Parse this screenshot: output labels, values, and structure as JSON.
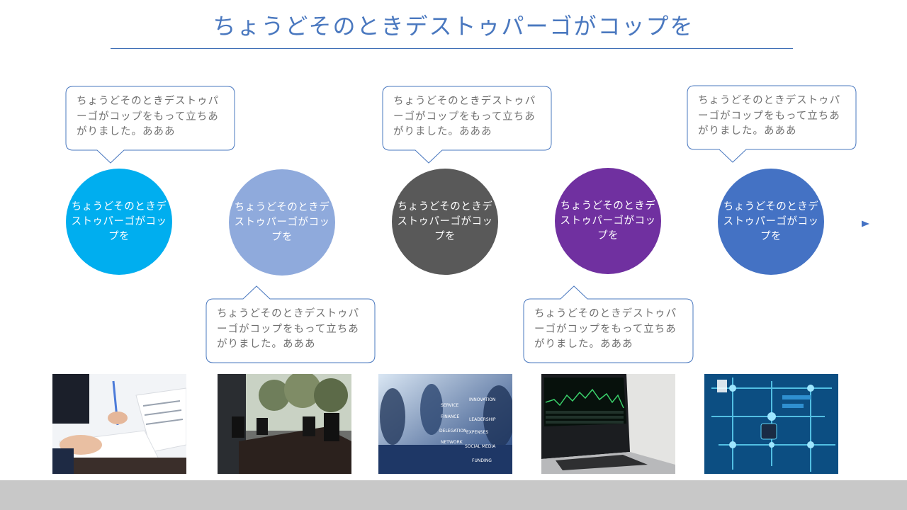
{
  "title": "ちょうどそのときデストゥパーゴがコップを",
  "colors": {
    "accent": "#4a78bf",
    "circles": [
      "#00aeef",
      "#8faadc",
      "#595959",
      "#7030a0",
      "#4472c4"
    ],
    "callout_border": "#4a78bf"
  },
  "timeline": {
    "steps": [
      {
        "label": "ちょうどそのときデストゥパーゴがコップを"
      },
      {
        "label": "ちょうどそのときデストゥパーゴがコップを"
      },
      {
        "label": "ちょうどそのときデストゥパーゴがコップを"
      },
      {
        "label": "ちょうどそのときデストゥパーゴがコップを"
      },
      {
        "label": "ちょうどそのときデストゥパーゴがコップを"
      }
    ],
    "callouts": [
      {
        "text": "ちょうどそのときデストゥパーゴがコップをもって立ちあがりました。あああ"
      },
      {
        "text": "ちょうどそのときデストゥパーゴがコップをもって立ちあがりました。あああ"
      },
      {
        "text": "ちょうどそのときデストゥパーゴがコップをもって立ちあがりました。あああ"
      },
      {
        "text": "ちょうどそのときデストゥパーゴがコップをもって立ちあがりました。あああ"
      },
      {
        "text": "ちょうどそのときデストゥパーゴがコップをもって立ちあがりました。あああ"
      }
    ]
  },
  "photos": {
    "business_tags": [
      "INNOVATION",
      "SERVICE",
      "FINANCE",
      "LEADERSHIP",
      "DELEGATION",
      "EXPENSES",
      "SOCIAL MEDIA",
      "NETWORK",
      "FUNDING"
    ]
  }
}
